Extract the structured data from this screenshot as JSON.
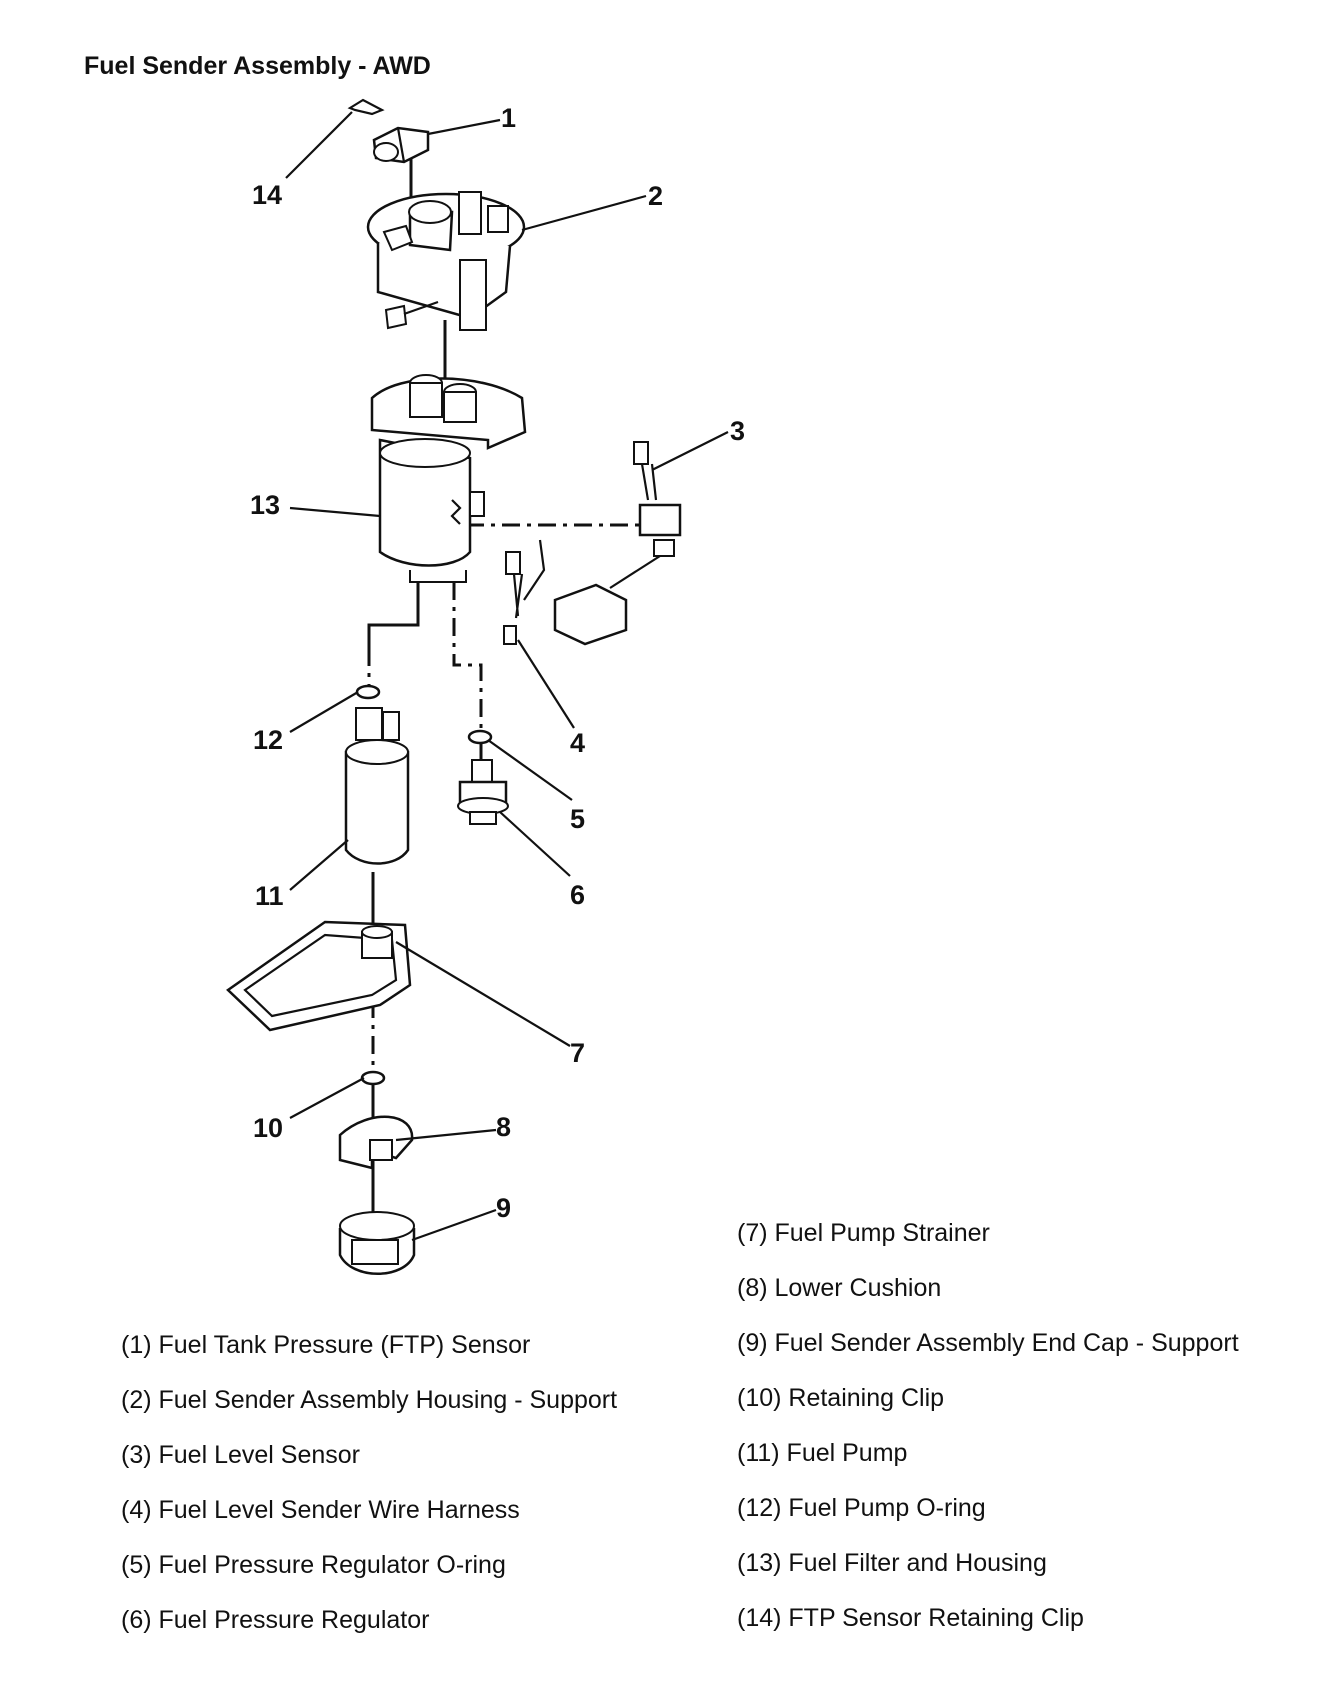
{
  "title": "Fuel Sender Assembly - AWD",
  "callouts": [
    "1",
    "2",
    "3",
    "4",
    "5",
    "6",
    "7",
    "8",
    "9",
    "10",
    "11",
    "12",
    "13",
    "14"
  ],
  "legend_left": [
    "(1) Fuel Tank Pressure (FTP) Sensor",
    "(2) Fuel Sender Assembly Housing - Support",
    "(3) Fuel Level Sensor",
    "(4) Fuel Level Sender Wire Harness",
    "(5) Fuel Pressure Regulator O-ring",
    "(6) Fuel Pressure Regulator"
  ],
  "legend_right": [
    "(7) Fuel Pump Strainer",
    "(8) Lower Cushion",
    "(9) Fuel Sender Assembly End Cap - Support",
    "(10) Retaining Clip",
    "(11) Fuel Pump",
    "(12) Fuel Pump O-ring",
    "(13) Fuel Filter and Housing",
    "(14) FTP Sensor Retaining Clip"
  ]
}
